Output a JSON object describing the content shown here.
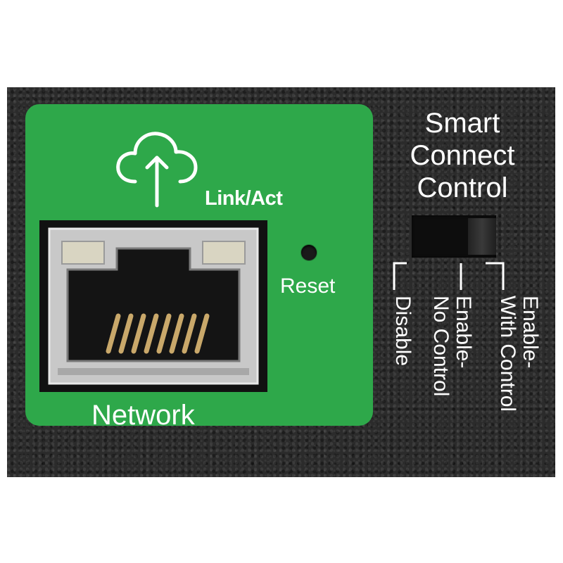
{
  "network_module": {
    "link_act_label": "Link/Act",
    "network_label": "Network",
    "cloud_icon": "cloud-upload-icon",
    "plate_color": "#2ea84a"
  },
  "reset": {
    "label": "Reset"
  },
  "smart_connect": {
    "title_lines": [
      "Smart",
      "Connect",
      "Control"
    ],
    "positions": [
      {
        "lines": [
          "Disable"
        ]
      },
      {
        "lines": [
          "Enable-",
          "No Control"
        ]
      },
      {
        "lines": [
          "Enable-",
          "With Control"
        ]
      }
    ],
    "selected_position": "Enable-With Control"
  }
}
